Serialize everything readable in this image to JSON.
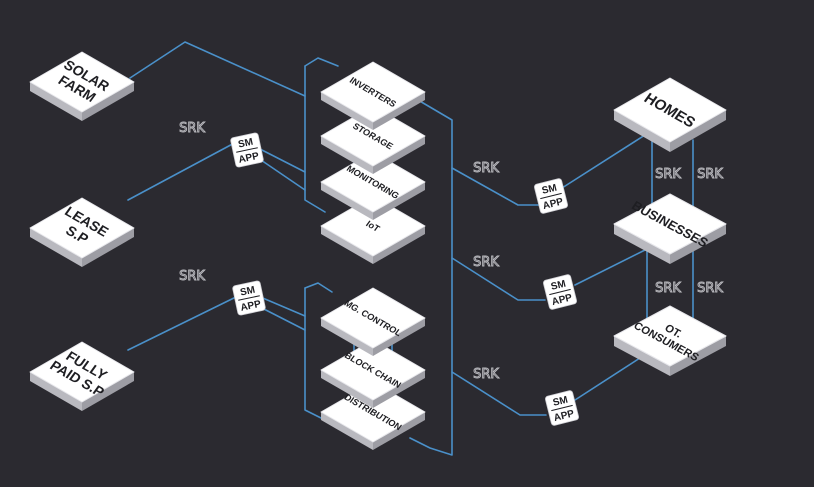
{
  "sources": {
    "solar_farm": [
      "SOLAR",
      "FARM"
    ],
    "lease_sp": [
      "LEASE",
      "S.P"
    ],
    "fully_paid_sp": [
      "FULLY",
      "PAID S.P"
    ]
  },
  "stack_top": [
    "INVERTERS",
    "STORAGE",
    "MONITORING",
    "IoT"
  ],
  "stack_bottom": [
    "MG. CONTROL",
    "BLOCK CHAIN",
    "DISTRIBUTION"
  ],
  "consumers": {
    "homes": [
      "HOMES"
    ],
    "businesses": [
      "BUSINESSES"
    ],
    "ot_consumers": [
      "OT.",
      "CONSUMERS"
    ]
  },
  "badge": {
    "line1": "SM",
    "line2": "APP"
  },
  "srk_label": "SRK",
  "colors": {
    "background": "#2b2a30",
    "line": "#4a90c9",
    "tile_top": "#ffffff",
    "tile_side": "#b9b9bf"
  }
}
